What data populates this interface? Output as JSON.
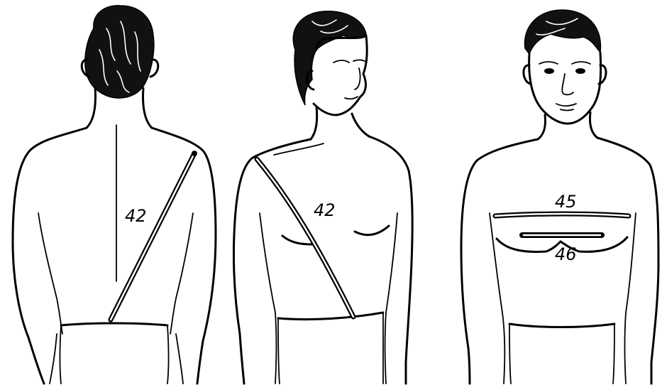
{
  "figures": [
    {
      "name": "back-view",
      "measurement_label": "42"
    },
    {
      "name": "side-front-view",
      "measurement_label": "42"
    },
    {
      "name": "front-view",
      "measurement_labels": {
        "upper": "45",
        "lower": "46"
      }
    }
  ],
  "colors": {
    "ink": "#000000",
    "background": "#ffffff"
  }
}
